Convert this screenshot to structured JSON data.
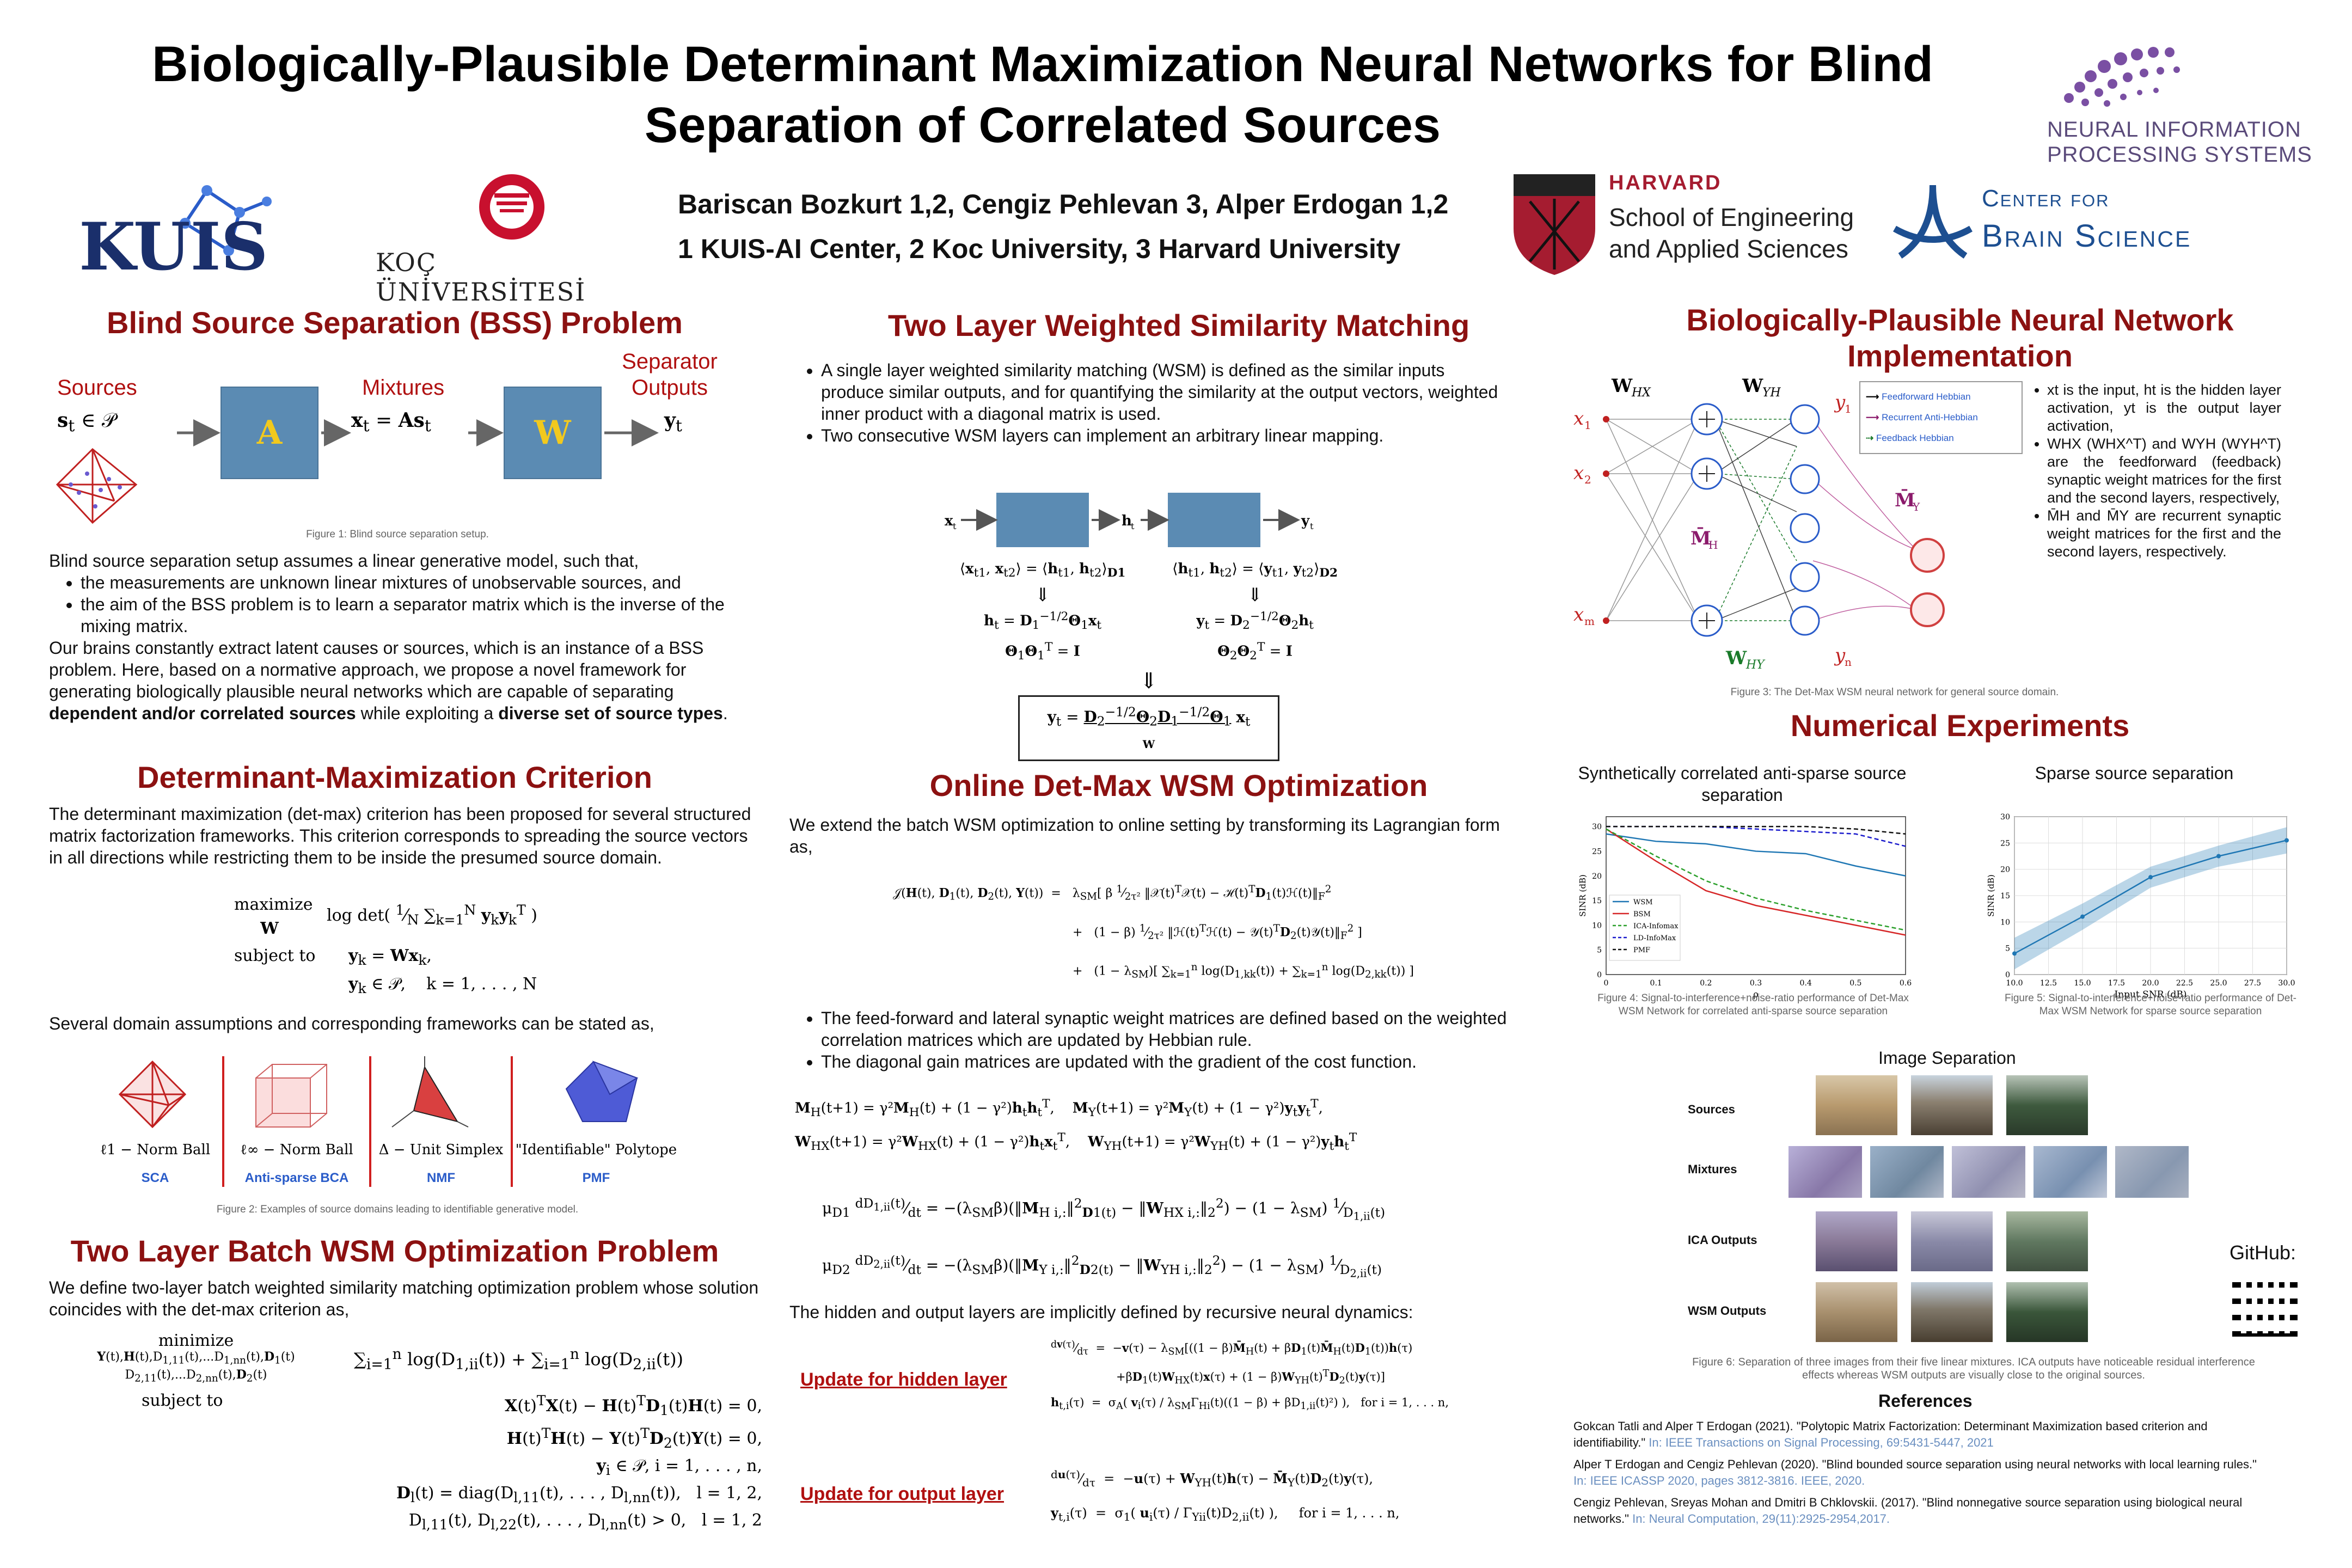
{
  "title": "Biologically-Plausible Determinant Maximization Neural Networks for Blind Separation of Correlated Sources",
  "authors": "Bariscan Bozkurt 1,2, Cengiz Pehlevan 3, Alper Erdogan 1,2",
  "affiliations": "1 KUIS-AI Center, 2 Koc University, 3 Harvard University",
  "logos": {
    "kuis": "KUIS",
    "koc": "KOÇ ÜNİVERSİTESİ",
    "harvard_top": "HARVARD",
    "harvard_sub1": "School of Engineering",
    "harvard_sub2": "and Applied Sciences",
    "cbs_line1": "Center for",
    "cbs_line2": "Brain Science",
    "neurips_line1": "NEURAL INFORMATION",
    "neurips_line2": "PROCESSING SYSTEMS"
  },
  "bss": {
    "heading": "Blind Source Separation (BSS) Problem",
    "sources_label": "Sources",
    "mixtures_label": "Mixtures",
    "separator_label": "Separator Outputs",
    "box_a": "A",
    "box_w": "W",
    "fig1_caption": "Figure 1: Blind source separation setup.",
    "intro": "Blind source separation setup assumes a linear generative model, such that,",
    "bullets": [
      "the measurements are unknown linear mixtures of unobservable sources, and",
      "the aim of the BSS problem is to learn a separator matrix which is the inverse of the mixing matrix."
    ],
    "para_start": "Our brains constantly extract latent causes or sources, which is an instance of a BSS problem. Here, based on a normative approach, we propose a novel framework for generating biologically plausible neural networks which are capable of separating ",
    "para_bold1": "dependent and/or correlated sources",
    "para_mid": " while exploiting a ",
    "para_bold2": "diverse set of source types",
    "para_end": "."
  },
  "detmax": {
    "heading": "Determinant-Maximization Criterion",
    "para": "The determinant maximization (det-max) criterion has been proposed for several structured matrix factorization frameworks. This criterion corresponds to spreading the source vectors in all directions while restricting them to be inside the presumed source domain.",
    "domains_intro": "Several domain assumptions and corresponding frameworks can be stated as,",
    "domains": [
      {
        "label": "ℓ1 − Norm Ball",
        "method": "SCA"
      },
      {
        "label": "ℓ∞ − Norm Ball",
        "method": "Anti-sparse BCA"
      },
      {
        "label": "Δ − Unit Simplex",
        "method": "NMF"
      },
      {
        "label": "\"Identifiable\" Polytope",
        "method": "PMF"
      }
    ],
    "fig2_caption": "Figure 2: Examples of source domains leading to identifiable generative model."
  },
  "batch": {
    "heading": "Two Layer Batch WSM Optimization Problem",
    "para": "We define two-layer batch weighted similarity matching optimization problem whose solution coincides with the det-max criterion as,"
  },
  "wsm": {
    "heading": "Two Layer Weighted Similarity Matching",
    "bullets": [
      "A single layer weighted similarity matching (WSM) is defined as the similar inputs produce similar outputs, and for quantifying the similarity at the output vectors, weighted inner product with a diagonal matrix is used.",
      "Two consecutive WSM layers can implement an arbitrary linear mapping."
    ]
  },
  "online": {
    "heading": "Online Det-Max WSM Optimization",
    "para": "We extend the batch WSM optimization to online setting by transforming its Lagrangian form as,",
    "bullets": [
      "The feed-forward and lateral synaptic weight matrices are defined based on the weighted correlation matrices which are updated by Hebbian rule.",
      "The diagonal gain matrices are updated with the gradient of the cost function."
    ],
    "dynamics_intro": "The hidden and output layers are implicitly defined by recursive neural dynamics:",
    "update_hidden": "Update for hidden layer",
    "update_output": "Update for output layer"
  },
  "network": {
    "heading": "Biologically-Plausible Neural Network Implementation",
    "legend": [
      "Feedforward Hebbian",
      "Recurrent Anti-Hebbian",
      "Feedback Hebbian"
    ],
    "legend_colors": [
      "#000000",
      "#8b1a6b",
      "#1a7a2a"
    ],
    "notes": [
      "xt is the input, ht is the hidden layer activation, yt is the output layer activation,",
      "WHX (WHX^T) and WYH (WYH^T) are the feedforward (feedback) synaptic weight matrices for the first and the second layers, respectively,",
      "M̄H and M̄Y are recurrent synaptic weight matrices for the first and the second layers, respectively."
    ],
    "fig3_caption": "Figure 3: The Det-Max WSM neural network for general source domain."
  },
  "experiments": {
    "heading": "Numerical Experiments",
    "fig4_caption": "Figure 4: Signal-to-interference+noise-ratio performance of Det-Max WSM Network for correlated anti-sparse source separation",
    "fig5_caption": "Figure 5: Signal-to-interference+noise-ratio performance of Det-Max WSM Network for sparse source separation",
    "image_sep_title": "Image Separation",
    "row_labels": [
      "Sources",
      "Mixtures",
      "ICA Outputs",
      "WSM Outputs"
    ],
    "fig6_caption": "Figure 6: Separation of three images from their five linear mixtures. ICA outputs have noticeable residual interference effects whereas WSM outputs are visually close to the original sources.",
    "github": "GitHub:"
  },
  "chart_data": [
    {
      "type": "line",
      "title": "Synthetically correlated anti-sparse source separation",
      "xlabel": "ρ",
      "ylabel": "SINR (dB)",
      "xlim": [
        0,
        0.6
      ],
      "ylim": [
        0,
        32
      ],
      "x": [
        0,
        0.1,
        0.2,
        0.3,
        0.4,
        0.5,
        0.6
      ],
      "xticks": [
        "0",
        "0.1",
        "0.2",
        "0.3",
        "0.4",
        "0.5",
        "0.6"
      ],
      "yticks": [
        "0",
        "5",
        "10",
        "15",
        "20",
        "25",
        "30"
      ],
      "legend_position": "bottom-left",
      "series": [
        {
          "name": "WSM",
          "color": "#1f77b4",
          "dash": "",
          "values": [
            28.5,
            27,
            26.5,
            25,
            24.5,
            22,
            20
          ]
        },
        {
          "name": "BSM",
          "color": "#d62728",
          "dash": "",
          "values": [
            29.5,
            23,
            17,
            14,
            12,
            10,
            8
          ]
        },
        {
          "name": "ICA-Infomax",
          "color": "#2ca02c",
          "dash": "8,5",
          "values": [
            29.5,
            24,
            19,
            15.5,
            13,
            11,
            9
          ]
        },
        {
          "name": "LD-InfoMax",
          "color": "#1a1acc",
          "dash": "8,5",
          "values": [
            30,
            30,
            30,
            29.5,
            29,
            28.5,
            26
          ]
        },
        {
          "name": "PMF",
          "color": "#111111",
          "dash": "8,5",
          "values": [
            30,
            30,
            30,
            30,
            30,
            29.5,
            28.5
          ]
        }
      ]
    },
    {
      "type": "line",
      "title": "Sparse source separation",
      "xlabel": "Input SNR (dB)",
      "ylabel": "SINR (dB)",
      "xlim": [
        10,
        30
      ],
      "ylim": [
        0,
        30
      ],
      "x": [
        10,
        15,
        20,
        25,
        30
      ],
      "xticks": [
        "10.0",
        "12.5",
        "15.0",
        "17.5",
        "20.0",
        "22.5",
        "25.0",
        "27.5",
        "30.0"
      ],
      "yticks": [
        "0",
        "5",
        "10",
        "15",
        "20",
        "25",
        "30"
      ],
      "series": [
        {
          "name": "WSM",
          "color": "#1f77b4",
          "values": [
            4,
            11,
            18.5,
            22.5,
            25.5
          ],
          "band": [
            3,
            2.5,
            2,
            2,
            2.5
          ]
        }
      ]
    }
  ],
  "references": {
    "heading": "References",
    "items": [
      {
        "text": "Gokcan Tatli and Alper T Erdogan (2021). \"Polytopic Matrix Factorization: Determinant Maximization based criterion and identifiability.\"",
        "venue": " In: IEEE Transactions on Signal Processing, 69:5431-5447, 2021"
      },
      {
        "text": "Alper T Erdogan and Cengiz Pehlevan (2020). \"Blind bounded source separation using neural networks with local learning rules.\"",
        "venue": " In: IEEE ICASSP 2020, pages 3812-3816. IEEE, 2020."
      },
      {
        "text": "Cengiz Pehlevan, Sreyas Mohan and Dmitri B Chklovskii. (2017). \"Blind nonnegative source separation using biological neural networks.\"",
        "venue": " In: Neural Computation, 29(11):2925-2954,2017."
      }
    ]
  }
}
